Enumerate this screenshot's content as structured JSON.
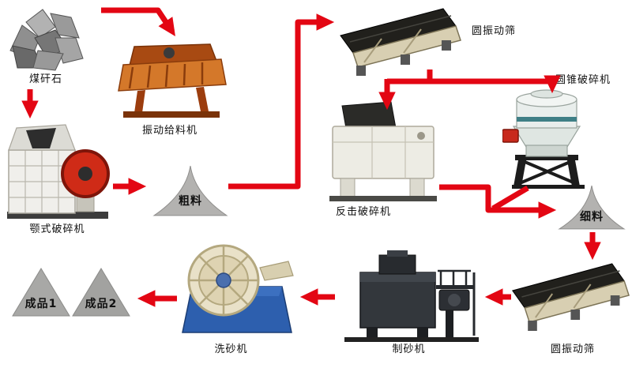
{
  "colors": {
    "arrow": "#e30613",
    "background": "#ffffff",
    "label_text": "#111111",
    "stockpile_gray": "#b3b2b0",
    "feeder_orange": "#d4782a",
    "flywheel_red": "#cf2b17",
    "washer_blue": "#2d5fae",
    "screen_frame_beige": "#d8cfb2",
    "machine_dark": "#33373c"
  },
  "nodes": [
    {
      "id": "coal-gangue",
      "label": "煤矸石",
      "kind": "raw-material"
    },
    {
      "id": "vibrating-feeder",
      "label": "振动给料机",
      "kind": "machine"
    },
    {
      "id": "jaw-crusher",
      "label": "颚式破碎机",
      "kind": "machine"
    },
    {
      "id": "coarse-material",
      "label": "粗料",
      "kind": "stockpile"
    },
    {
      "id": "circular-vibrating-screen-top",
      "label": "圆振动筛",
      "kind": "machine"
    },
    {
      "id": "cone-crusher",
      "label": "圆锥破碎机",
      "kind": "machine"
    },
    {
      "id": "impact-crusher",
      "label": "反击破碎机",
      "kind": "machine"
    },
    {
      "id": "fine-material",
      "label": "细料",
      "kind": "stockpile"
    },
    {
      "id": "circular-vibrating-screen-bottom",
      "label": "圆振动筛",
      "kind": "machine"
    },
    {
      "id": "sand-making-machine",
      "label": "制砂机",
      "kind": "machine"
    },
    {
      "id": "sand-washing-machine",
      "label": "洗砂机",
      "kind": "machine"
    },
    {
      "id": "product-1",
      "label": "成品1",
      "kind": "stockpile"
    },
    {
      "id": "product-2",
      "label": "成品2",
      "kind": "stockpile"
    }
  ],
  "flow": [
    {
      "from": "煤矸石",
      "to": "振动给料机"
    },
    {
      "from": "煤矸石",
      "to": "颚式破碎机"
    },
    {
      "from": "颚式破碎机",
      "to": "粗料"
    },
    {
      "from": "粗料",
      "to": "圆振动筛"
    },
    {
      "from": "圆振动筛",
      "to": "反击破碎机"
    },
    {
      "from": "圆振动筛",
      "to": "圆锥破碎机"
    },
    {
      "from": "反击破碎机",
      "to": "细料"
    },
    {
      "from": "圆锥破碎机",
      "to": "细料"
    },
    {
      "from": "细料",
      "to": "圆振动筛"
    },
    {
      "from": "圆振动筛",
      "to": "制砂机"
    },
    {
      "from": "制砂机",
      "to": "洗砂机"
    },
    {
      "from": "洗砂机",
      "to": "成品1"
    },
    {
      "from": "洗砂机",
      "to": "成品2"
    }
  ]
}
